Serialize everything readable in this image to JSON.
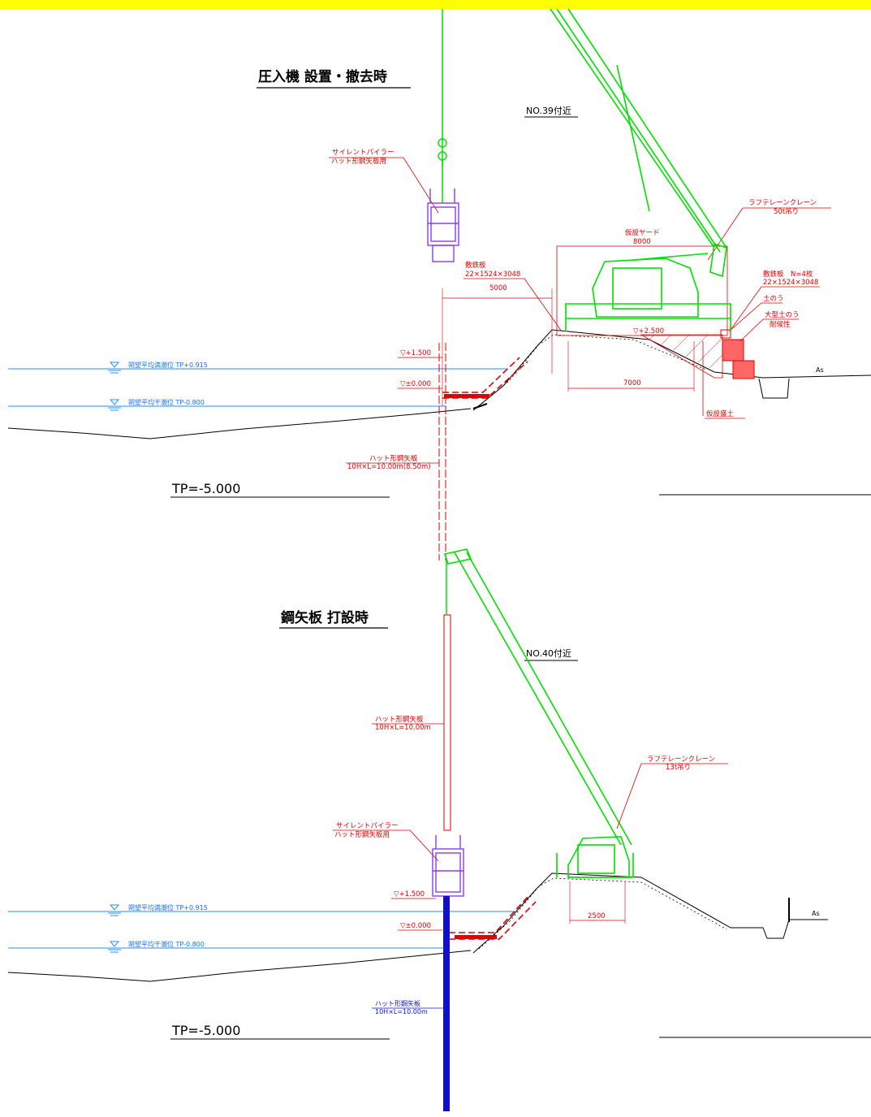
{
  "colors": {
    "top_band": "#ffff00",
    "crane": "#00e000",
    "annotation": "#e00000",
    "water_level": "#1e90ff",
    "pile_driven": "#1010c8",
    "driver_machine": "#8a3cf0",
    "ground": "#000000"
  },
  "upper_section": {
    "title": "圧入機 設置・撤去時",
    "station": "NO.39付近",
    "tp_label": "TP=-5.000",
    "pile_driver_label": [
      "サイレントパイラー",
      "ハット形鋼矢板用"
    ],
    "crane_label": [
      "ラフテレーンクレーン",
      "50t吊り"
    ],
    "yard_label": [
      "仮設ヤード",
      "8000"
    ],
    "plate_left_label": [
      "敷鉄板",
      "22×1524×3048"
    ],
    "dim_5000": "5000",
    "plate_right_label": [
      "敷鉄板　N=4枚",
      "22×1524×3048"
    ],
    "sandbag_label": "土のう",
    "big_sandbag_label": [
      "大型土のう",
      "耐候性"
    ],
    "level_plus": "▽+1.500",
    "level_zero": "▽±0.000",
    "level_yard": "▽+2.500",
    "water_high": "朔望平均満潮位 TP+0.915",
    "water_low": "朔望平均干潮位 TP-0.800",
    "dim_7000": "7000",
    "fill_label": "仮設盛土",
    "as_label": "As",
    "sheet_pile_label": [
      "ハット形鋼矢板",
      "10H×L=10.00m(8.50m)"
    ]
  },
  "lower_section": {
    "title": "鋼矢板 打設時",
    "station": "NO.40付近",
    "tp_label": "TP=-5.000",
    "sheet_pile_label_upper": [
      "ハット形鋼矢板",
      "10H×L=10.00m"
    ],
    "crane_label": [
      "ラフテレーンクレーン",
      "13t吊り"
    ],
    "pile_driver_label": [
      "サイレントパイラー",
      "ハット形鋼矢板用"
    ],
    "level_plus": "▽+1.500",
    "level_zero": "▽±0.000",
    "water_high": "朔望平均満潮位 TP+0.915",
    "water_low": "朔望平均干潮位 TP-0.800",
    "dim_2500": "2500",
    "as_label": "As",
    "sheet_pile_label_lower": [
      "ハット形鋼矢板",
      "10H×L=10.00m"
    ]
  }
}
